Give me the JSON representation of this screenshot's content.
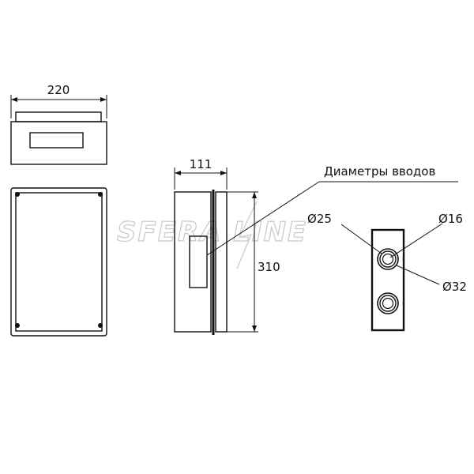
{
  "dimensions": {
    "top_width": "220",
    "side_depth": "111",
    "height": "310"
  },
  "callouts": {
    "inlet_label": "Диаметры вводов",
    "dia_25": "25",
    "dia_16": "16",
    "dia_32": "32",
    "diameter_symbol": "Ø"
  },
  "watermark": {
    "text": "SFERA LINE"
  },
  "colors": {
    "line": "#111111",
    "watermark": "#c9c9c9",
    "background": "#ffffff"
  }
}
